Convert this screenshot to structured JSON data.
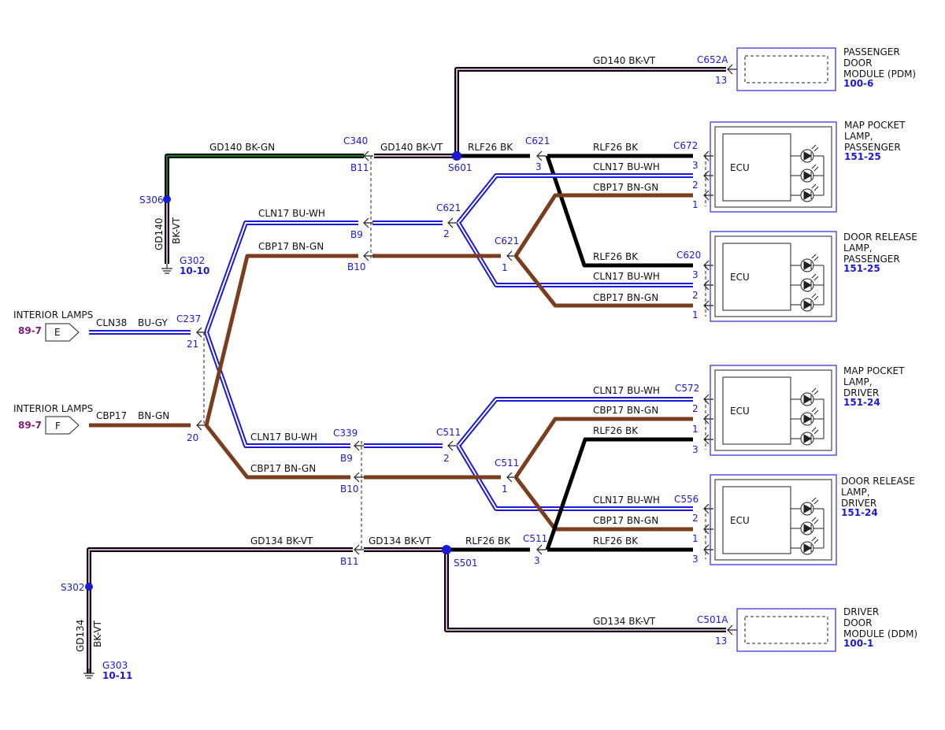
{
  "colors": {
    "black": "#000000",
    "pink": "#d4a0d4",
    "green": "#0a5a0a",
    "blue": "#1a1ad6",
    "brown": "#7a3e1e",
    "frame": "#2a2ae0",
    "connector_text": "#1a1ad6",
    "ref_purple": "#7a1a7a"
  },
  "modules": {
    "pdm": {
      "lines": [
        "PASSENGER",
        "DOOR",
        "MODULE (PDM)"
      ],
      "ref": "100-6",
      "connector": "C652A",
      "pin": "13"
    },
    "map_pass": {
      "lines": [
        "MAP POCKET",
        "LAMP,",
        "PASSENGER"
      ],
      "ref": "151-25",
      "connector": "C672",
      "ecu": "ECU",
      "pins": [
        "3",
        "2",
        "1"
      ]
    },
    "door_pass": {
      "lines": [
        "DOOR RELEASE",
        "LAMP,",
        "PASSENGER"
      ],
      "ref": "151-25",
      "connector": "C620",
      "ecu": "ECU",
      "pins": [
        "3",
        "2",
        "1"
      ]
    },
    "map_drv": {
      "lines": [
        "MAP POCKET",
        "LAMP,",
        "DRIVER"
      ],
      "ref": "151-24",
      "connector": "C572",
      "ecu": "ECU",
      "pins": [
        "2",
        "1",
        "3"
      ]
    },
    "door_drv": {
      "lines": [
        "DOOR RELEASE",
        "LAMP,",
        "DRIVER"
      ],
      "ref": "151-24",
      "connector": "C556",
      "ecu": "ECU",
      "pins": [
        "2",
        "1",
        "3"
      ]
    },
    "ddm": {
      "lines": [
        "DRIVER",
        "DOOR",
        "MODULE (DDM)"
      ],
      "ref": "100-1",
      "connector": "C501A",
      "pin": "13"
    }
  },
  "interior_lamps": {
    "e": {
      "title": "INTERIOR LAMPS",
      "ref": "89-7",
      "tag": "E",
      "wire": "CLN38",
      "color": "BU-GY",
      "connector": "C237",
      "pin": "21"
    },
    "f": {
      "title": "INTERIOR LAMPS",
      "ref": "89-7",
      "tag": "F",
      "wire": "CBP17",
      "color": "BN-GN",
      "pin": "20"
    }
  },
  "grounds": {
    "g302": {
      "splice": "S306",
      "wire": "GD140",
      "color": "BK-VT",
      "id": "G302",
      "ref": "10-10"
    },
    "g303": {
      "splice": "S302",
      "wire": "GD134",
      "color": "BK-VT",
      "id": "G303",
      "ref": "10-11"
    }
  },
  "wire_labels": [
    {
      "id": "top-gd140",
      "text": "GD140   BK-VT"
    },
    {
      "id": "gd140-bkgn",
      "text": "GD140   BK-GN"
    },
    {
      "id": "gd140-bkvt-mid",
      "text": "GD140   BK-VT"
    },
    {
      "id": "rlf26-s601",
      "text": "RLF26    BK"
    },
    {
      "id": "rlf26-c672",
      "text": "RLF26    BK"
    },
    {
      "id": "cln17-c672",
      "text": "CLN17    BU-WH"
    },
    {
      "id": "cbp17-c672",
      "text": "CBP17    BN-GN"
    },
    {
      "id": "cln17-b9-top",
      "text": "CLN17    BU-WH"
    },
    {
      "id": "cbp17-b10-top",
      "text": "CBP17    BN-GN"
    },
    {
      "id": "rlf26-c620",
      "text": "RLF26    BK"
    },
    {
      "id": "cln17-c620",
      "text": "CLN17    BU-WH"
    },
    {
      "id": "cbp17-c620",
      "text": "CBP17    BN-GN"
    },
    {
      "id": "cln17-c572",
      "text": "CLN17    BU-WH"
    },
    {
      "id": "cbp17-c572",
      "text": "CBP17    BN-GN"
    },
    {
      "id": "rlf26-c572",
      "text": "RLF26    BK"
    },
    {
      "id": "cln17-c339",
      "text": "CLN17    BU-WH"
    },
    {
      "id": "cbp17-b10-bot",
      "text": "CBP17    BN-GN"
    },
    {
      "id": "cln17-c556",
      "text": "CLN17    BU-WH"
    },
    {
      "id": "cbp17-c556",
      "text": "CBP17    BN-GN"
    },
    {
      "id": "rlf26-c556",
      "text": "RLF26    BK"
    },
    {
      "id": "gd134-left",
      "text": "GD134    BK-VT"
    },
    {
      "id": "gd134-mid",
      "text": "GD134    BK-VT"
    },
    {
      "id": "rlf26-s501",
      "text": "RLF26    BK"
    },
    {
      "id": "gd134-c501a",
      "text": "GD134    BK-VT"
    }
  ],
  "connector_labels": [
    {
      "id": "c340",
      "text": "C340"
    },
    {
      "id": "b11-top",
      "text": "B11"
    },
    {
      "id": "s601",
      "text": "S601"
    },
    {
      "id": "c621-top",
      "text": "C621"
    },
    {
      "id": "pin3-c621-top",
      "text": "3"
    },
    {
      "id": "c621-mid",
      "text": "C621"
    },
    {
      "id": "pin2-c621-mid",
      "text": "2"
    },
    {
      "id": "b9-top",
      "text": "B9"
    },
    {
      "id": "c621-low",
      "text": "C621"
    },
    {
      "id": "pin1-c621-low",
      "text": "1"
    },
    {
      "id": "b10-top",
      "text": "B10"
    },
    {
      "id": "c339",
      "text": "C339"
    },
    {
      "id": "b9-bot",
      "text": "B9"
    },
    {
      "id": "c511-a",
      "text": "C511"
    },
    {
      "id": "pin2-c511-a",
      "text": "2"
    },
    {
      "id": "c511-b",
      "text": "C511"
    },
    {
      "id": "pin1-c511-b",
      "text": "1"
    },
    {
      "id": "b10-bot",
      "text": "B10"
    },
    {
      "id": "c511-c",
      "text": "C511"
    },
    {
      "id": "pin3-c511-c",
      "text": "3"
    },
    {
      "id": "b11-bot",
      "text": "B11"
    },
    {
      "id": "s501",
      "text": "S501"
    }
  ]
}
